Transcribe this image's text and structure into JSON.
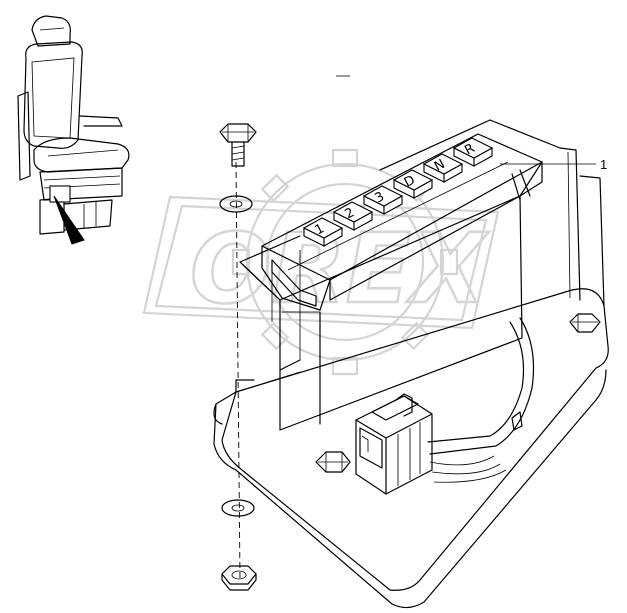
{
  "diagram": {
    "watermark": "OREX",
    "callout_number": "1",
    "selector_keys": [
      "R",
      "N",
      "D",
      "3",
      "2",
      "1"
    ],
    "colors": {
      "line": "#000000",
      "watermark": "#d4d4d4",
      "background": "#ffffff"
    }
  }
}
